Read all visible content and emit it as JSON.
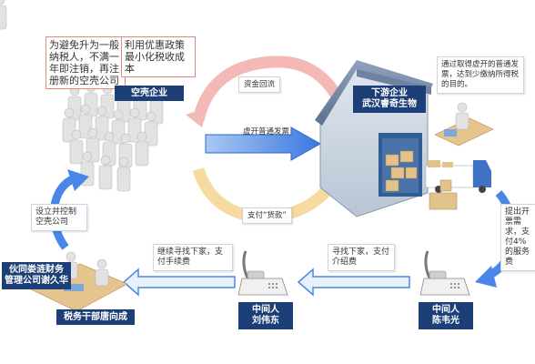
{
  "colors": {
    "navy": "#1d3f78",
    "arrow_blue": "#4a86e8",
    "cycle_pink": "#f4b9b6",
    "cycle_yellow": "#f6dba0",
    "note_border": "#e7867c"
  },
  "notes": {
    "shell_purpose": "为避免升为一般纳税人，不满一年即注销，再注册新的空壳公司",
    "tax_policy": "利用优惠政策最小化税收成本",
    "downstream_purpose": "通过取得虚开的普通发票，达到少缴纳所得税的目的。"
  },
  "entities": {
    "shell_company": "空壳企业",
    "downstream_line1": "下游企业",
    "downstream_line2": "武汉睿奇生物",
    "middleman2_line1": "中间人",
    "middleman2_line2": "陈韦光",
    "middleman1_line1": "中间人",
    "middleman1_line2": "刘伟东",
    "finance_line1": "伙同娄涟财务",
    "finance_line2": "管理公司谢久华",
    "tax_official": "税务干部唐向成"
  },
  "cycle": {
    "top": "资金回流",
    "middle": "虚开普通发票",
    "bottom": "支付“货款”"
  },
  "flows": {
    "control": "设立并控制空壳公司",
    "fee_request": "提出开票需求，支付4%的服务费",
    "intro_fee": "寻找下家，支付介绍费",
    "handling_fee": "继续寻找下家，支付手续费"
  },
  "icons": [
    "phone-icon",
    "crowd-icon",
    "warehouse-icon",
    "truck-icon",
    "desk-icon"
  ]
}
